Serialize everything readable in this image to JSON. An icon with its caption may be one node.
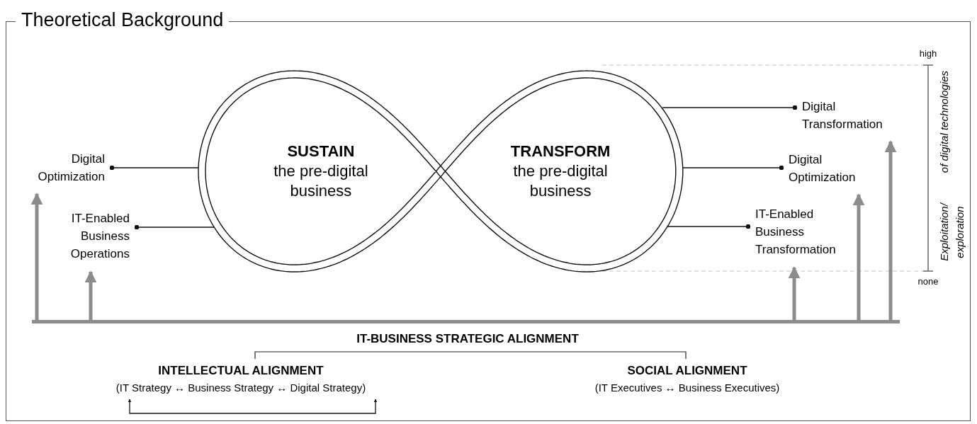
{
  "diagram": {
    "title": "Theoretical Background",
    "nodes": [
      {
        "text": [
          "SUSTAIN",
          "the pre-digital business"
        ]
      },
      {
        "text": [
          "TRANSFORM",
          "the pre-digital business"
        ]
      },
      {
        "text": [
          "Digital Optimization"
        ]
      },
      {
        "text": [
          "IT-Enabled Business Operations"
        ]
      },
      {
        "text": [
          "Digital Transformation"
        ]
      },
      {
        "text": [
          "Digital Optimization"
        ]
      },
      {
        "text": [
          "IT-Enabled Business Transformation"
        ]
      },
      {
        "text": [],
        "shape": "bar"
      },
      {
        "text": [
          "INTELLECTUAL ALIGNMENT",
          "(IT Strategy ↔ Business Strategy ↔ Digital Strategy)"
        ]
      },
      {
        "text": [
          "SOCIAL ALIGNMENT",
          "(IT Executives ↔ Business Executives)"
        ]
      }
    ],
    "edges": [
      {
        "from": 2,
        "to": 0,
        "arrow": "other"
      },
      {
        "from": 3,
        "to": 0,
        "arrow": "other"
      },
      {
        "from": 4,
        "to": 1,
        "arrow": "other"
      },
      {
        "from": 5,
        "to": 1,
        "arrow": "other"
      },
      {
        "from": 6,
        "to": 1,
        "arrow": "other"
      },
      {
        "from": 7,
        "to": 2,
        "arrow": "to",
        "style": "thick",
        "color": "#8c8c8c"
      },
      {
        "from": 7,
        "to": 3,
        "arrow": "to",
        "style": "thick",
        "color": "#8c8c8c"
      },
      {
        "from": 7,
        "to": 6,
        "arrow": "to",
        "style": "thick",
        "color": "#8c8c8c"
      },
      {
        "from": 7,
        "to": 5,
        "arrow": "to",
        "style": "thick",
        "color": "#8c8c8c"
      },
      {
        "from": 7,
        "to": 4,
        "arrow": "to",
        "style": "thick",
        "color": "#8c8c8c"
      },
      {
        "from": 8,
        "to": 8,
        "arrow": "both"
      }
    ],
    "labels": [
      "high",
      "none",
      "of digital technologies",
      "Exploitation/ exploration",
      "IT-BUSINESS STRATEGIC ALIGNMENT"
    ]
  }
}
